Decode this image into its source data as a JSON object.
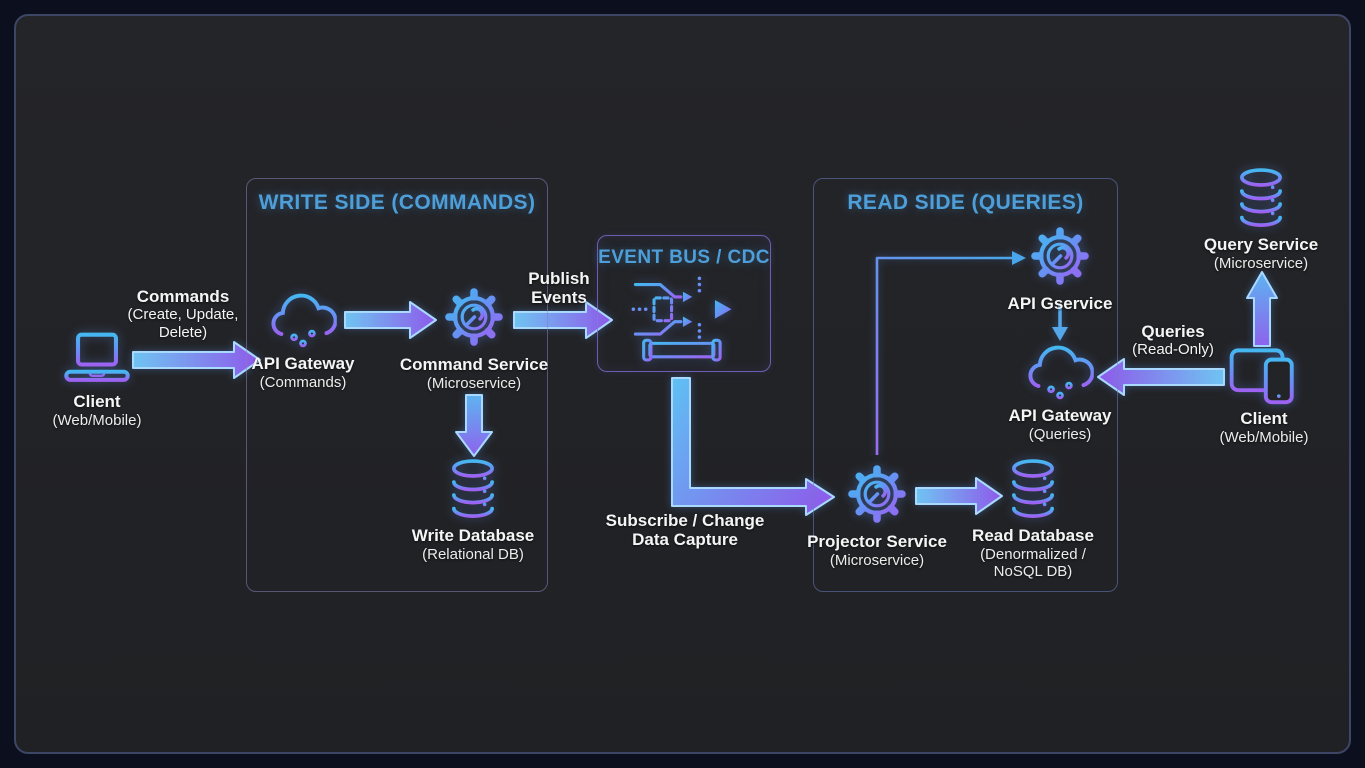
{
  "groups": {
    "write_side": {
      "title": "WRITE SIDE (COMMANDS)"
    },
    "event_bus": {
      "title": "EVENT BUS / CDC"
    },
    "read_side": {
      "title": "READ SIDE (QUERIES)"
    }
  },
  "nodes": {
    "client_left": {
      "label": "Client",
      "sublabel": "(Web/Mobile)",
      "icon": "laptop-icon"
    },
    "api_gateway_commands": {
      "label": "API Gateway",
      "sublabel": "(Commands)",
      "icon": "cloud-gateway-icon"
    },
    "command_service": {
      "label": "Command Service",
      "sublabel": "(Microservice)",
      "icon": "gear-service-icon"
    },
    "write_database": {
      "label": "Write Database",
      "sublabel": "(Relational DB)",
      "icon": "database-icon"
    },
    "event_bus": {
      "icon": "event-stream-pipeline-icon"
    },
    "api_gservice": {
      "label": "API Gservice",
      "icon": "gear-service-icon"
    },
    "api_gateway_queries": {
      "label": "API Gateway",
      "sublabel": "(Queries)",
      "icon": "cloud-gateway-icon"
    },
    "projector_service": {
      "label": "Projector Service",
      "sublabel": "(Microservice)",
      "icon": "gear-service-icon"
    },
    "read_database": {
      "label": "Read Database",
      "sublabel_line1": "(Denormalized /",
      "sublabel_line2": "NoSQL DB)",
      "icon": "database-icon"
    },
    "query_service": {
      "label": "Query Service",
      "sublabel": "(Microservice)",
      "icon": "database-icon"
    },
    "client_right": {
      "label": "Client",
      "sublabel": "(Web/Mobile)",
      "icon": "tablet-phone-icon"
    }
  },
  "edges": {
    "commands": {
      "label": "Commands",
      "sublabel_line1": "(Create, Update,",
      "sublabel_line2": "Delete)"
    },
    "publish_events": {
      "label_line1": "Publish",
      "label_line2": "Events"
    },
    "subscribe_cdc": {
      "label_line1": "Subscribe / Change",
      "label_line2": "Data Capture"
    },
    "queries": {
      "label": "Queries",
      "sublabel": "(Read-Only)"
    }
  },
  "colors": {
    "outer_background": "#0b0f1e",
    "panel_background": "#232428",
    "panel_border": "#3e4666",
    "group_title_blue": "#4e9fd9",
    "icon_gradient_blue": "#45b7f0",
    "icon_gradient_purple": "#9d62f2",
    "arrow_blue": "#6fc4f2",
    "arrow_purple": "#8e59ea",
    "label_text": "#f5f5f5"
  }
}
